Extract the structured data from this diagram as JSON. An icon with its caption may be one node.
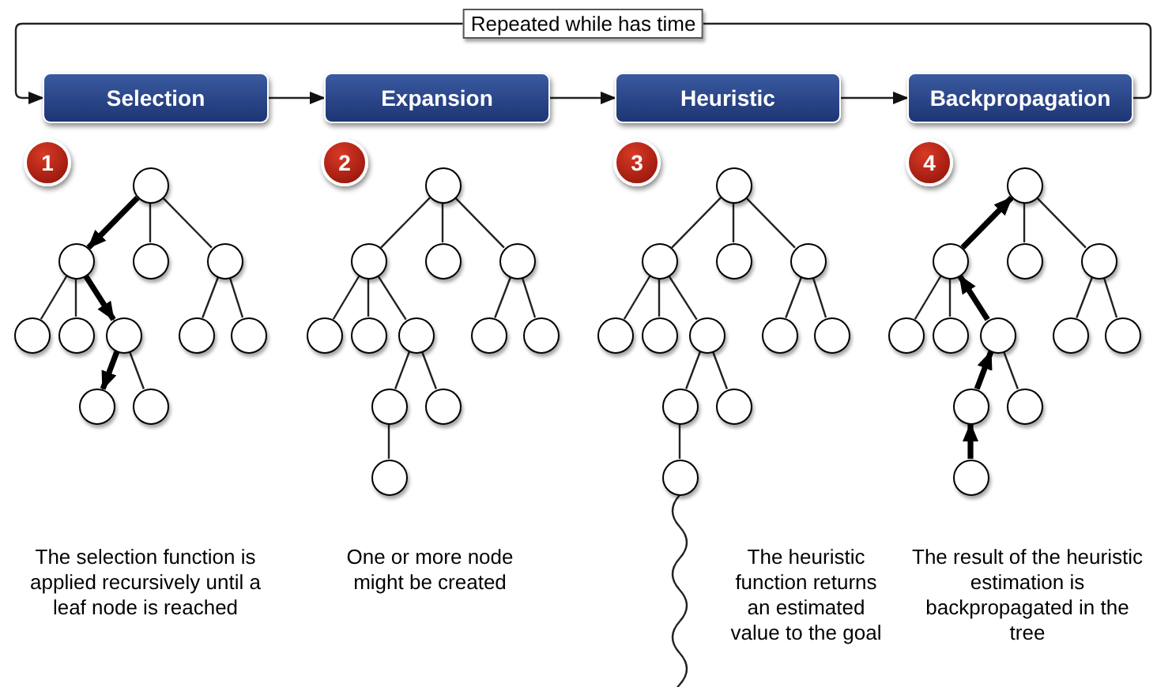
{
  "diagram": {
    "nodes": [
      {
        "text": [
          "Selection"
        ]
      },
      {
        "text": [
          "Expansion"
        ]
      },
      {
        "text": [
          "Heuristic"
        ]
      },
      {
        "text": [
          "Backpropagation"
        ]
      },
      {
        "text": [],
        "shape": "circle"
      },
      {
        "text": [],
        "shape": "circle"
      },
      {
        "text": [],
        "shape": "circle"
      },
      {
        "text": [],
        "shape": "circle"
      },
      {
        "text": [],
        "shape": "circle"
      },
      {
        "text": [],
        "shape": "circle"
      },
      {
        "text": [],
        "shape": "circle"
      },
      {
        "text": [],
        "shape": "circle"
      },
      {
        "text": [],
        "shape": "circle"
      },
      {
        "text": [],
        "shape": "circle"
      },
      {
        "text": [],
        "shape": "circle"
      },
      {
        "text": [],
        "shape": "circle"
      },
      {
        "text": [],
        "shape": "circle"
      },
      {
        "text": [],
        "shape": "circle"
      },
      {
        "text": [],
        "shape": "circle"
      },
      {
        "text": [],
        "shape": "circle"
      },
      {
        "text": [],
        "shape": "circle"
      },
      {
        "text": [],
        "shape": "circle"
      },
      {
        "text": [],
        "shape": "circle"
      },
      {
        "text": [],
        "shape": "circle"
      },
      {
        "text": [],
        "shape": "circle"
      },
      {
        "text": [],
        "shape": "circle"
      },
      {
        "text": [],
        "shape": "circle"
      },
      {
        "text": [],
        "shape": "circle"
      },
      {
        "text": [],
        "shape": "circle"
      },
      {
        "text": [],
        "shape": "circle"
      },
      {
        "text": [],
        "shape": "circle"
      },
      {
        "text": [],
        "shape": "circle"
      },
      {
        "text": [],
        "shape": "circle"
      },
      {
        "text": [],
        "shape": "circle"
      },
      {
        "text": [],
        "shape": "circle"
      },
      {
        "text": [],
        "shape": "circle"
      },
      {
        "text": [],
        "shape": "circle"
      },
      {
        "text": [],
        "shape": "circle"
      },
      {
        "text": [],
        "shape": "circle"
      },
      {
        "text": [],
        "shape": "circle"
      },
      {
        "text": [],
        "shape": "circle"
      },
      {
        "text": [],
        "shape": "circle"
      },
      {
        "text": [],
        "shape": "circle"
      },
      {
        "text": [],
        "shape": "circle"
      },
      {
        "text": [],
        "shape": "circle"
      },
      {
        "text": [],
        "shape": "circle"
      },
      {
        "text": [],
        "shape": "circle"
      },
      {
        "text": [],
        "shape": "circle"
      },
      {
        "text": [],
        "shape": "circle"
      },
      {
        "text": [],
        "shape": "circle"
      },
      {
        "text": [],
        "shape": "circle"
      }
    ],
    "edges": [
      {
        "from": 0,
        "to": 1,
        "arrow": "to"
      },
      {
        "from": 1,
        "to": 2,
        "arrow": "to"
      },
      {
        "from": 2,
        "to": 3,
        "arrow": "to"
      },
      {
        "from": 3,
        "to": 0,
        "arrow": "to",
        "label": "Repeated while has time"
      },
      {
        "from": 4,
        "to": 5,
        "arrow": "to",
        "style": "thick"
      },
      {
        "from": 4,
        "to": 6,
        "arrow": "none"
      },
      {
        "from": 4,
        "to": 7,
        "arrow": "none"
      },
      {
        "from": 5,
        "to": 8,
        "arrow": "none"
      },
      {
        "from": 5,
        "to": 9,
        "arrow": "none"
      },
      {
        "from": 5,
        "to": 10,
        "arrow": "to",
        "style": "thick"
      },
      {
        "from": 7,
        "to": 11,
        "arrow": "none"
      },
      {
        "from": 7,
        "to": 12,
        "arrow": "none"
      },
      {
        "from": 10,
        "to": 13,
        "arrow": "to",
        "style": "thick"
      },
      {
        "from": 10,
        "to": 14,
        "arrow": "none"
      },
      {
        "from": 15,
        "to": 16,
        "arrow": "none"
      },
      {
        "from": 15,
        "to": 17,
        "arrow": "none"
      },
      {
        "from": 15,
        "to": 18,
        "arrow": "none"
      },
      {
        "from": 16,
        "to": 19,
        "arrow": "none"
      },
      {
        "from": 16,
        "to": 20,
        "arrow": "none"
      },
      {
        "from": 16,
        "to": 21,
        "arrow": "none"
      },
      {
        "from": 18,
        "to": 22,
        "arrow": "none"
      },
      {
        "from": 18,
        "to": 23,
        "arrow": "none"
      },
      {
        "from": 21,
        "to": 24,
        "arrow": "none"
      },
      {
        "from": 21,
        "to": 25,
        "arrow": "none"
      },
      {
        "from": 24,
        "to": 26,
        "arrow": "none"
      },
      {
        "from": 27,
        "to": 28,
        "arrow": "none"
      },
      {
        "from": 27,
        "to": 29,
        "arrow": "none"
      },
      {
        "from": 27,
        "to": 30,
        "arrow": "none"
      },
      {
        "from": 28,
        "to": 31,
        "arrow": "none"
      },
      {
        "from": 28,
        "to": 32,
        "arrow": "none"
      },
      {
        "from": 28,
        "to": 33,
        "arrow": "none"
      },
      {
        "from": 30,
        "to": 34,
        "arrow": "none"
      },
      {
        "from": 30,
        "to": 35,
        "arrow": "none"
      },
      {
        "from": 33,
        "to": 36,
        "arrow": "none"
      },
      {
        "from": 33,
        "to": 37,
        "arrow": "none"
      },
      {
        "from": 36,
        "to": 38,
        "arrow": "none"
      },
      {
        "from": 38,
        "to": null,
        "arrow": "none"
      },
      {
        "from": 40,
        "to": 39,
        "arrow": "to",
        "style": "thick"
      },
      {
        "from": 39,
        "to": 41,
        "arrow": "none"
      },
      {
        "from": 39,
        "to": 42,
        "arrow": "none"
      },
      {
        "from": 40,
        "to": 43,
        "arrow": "none"
      },
      {
        "from": 40,
        "to": 44,
        "arrow": "none"
      },
      {
        "from": 45,
        "to": 40,
        "arrow": "to",
        "style": "thick"
      },
      {
        "from": 42,
        "to": 46,
        "arrow": "none"
      },
      {
        "from": 42,
        "to": 47,
        "arrow": "none"
      },
      {
        "from": 48,
        "to": 45,
        "arrow": "to",
        "style": "thick"
      },
      {
        "from": 45,
        "to": 49,
        "arrow": "none"
      },
      {
        "from": 50,
        "to": 48,
        "arrow": "to",
        "style": "thick"
      }
    ],
    "labels": [
      "1",
      "2",
      "3",
      "4",
      "The selection function is applied recursively until a leaf node is reached",
      "One or more node might be created",
      "The heuristic function returns an estimated value to the goal",
      "The result of the heuristic estimation is backpropagated in the tree"
    ]
  }
}
